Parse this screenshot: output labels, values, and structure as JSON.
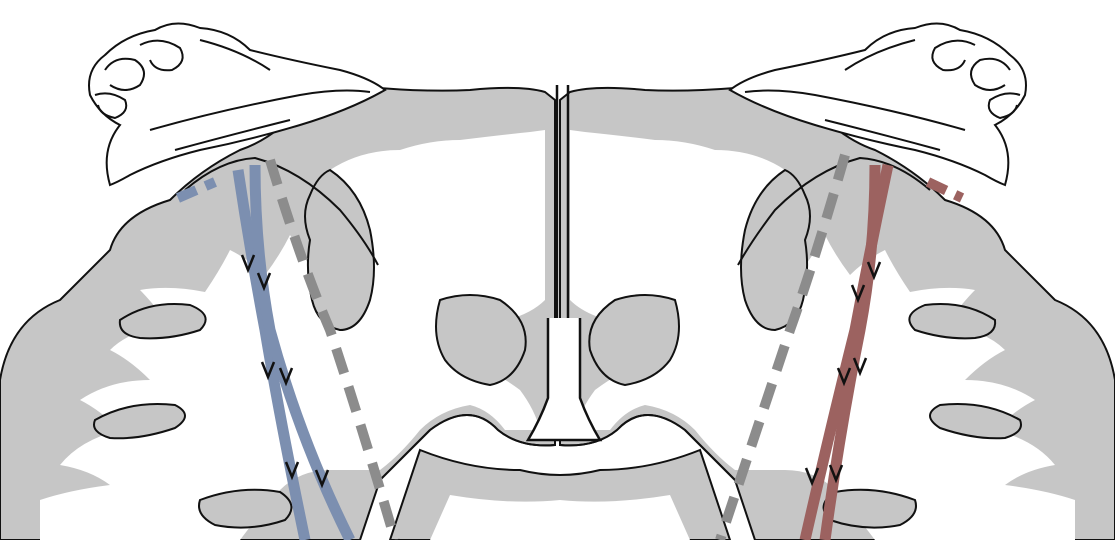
{
  "diagram": {
    "kind": "coronal brain section with descending fiber tracts",
    "colors": {
      "background": "#ffffff",
      "gray_matter": "#c6c6c6",
      "white_matter": "#ffffff",
      "outline": "#111111",
      "left_tract": "#7c8fb0",
      "right_tract": "#9c6260",
      "dashed_tract": "#8c8c8c",
      "arrowhead": "#111111"
    },
    "tracts": [
      {
        "id": "left-solid-tract",
        "side": "left",
        "style": "solid",
        "color_key": "left_tract"
      },
      {
        "id": "left-dashed-tract",
        "side": "left",
        "style": "dashed",
        "color_key": "dashed_tract"
      },
      {
        "id": "right-solid-tract",
        "side": "right",
        "style": "solid",
        "color_key": "right_tract"
      },
      {
        "id": "right-dashed-tract",
        "side": "right",
        "style": "dashed",
        "color_key": "dashed_tract"
      }
    ],
    "arrow_direction": "downward"
  }
}
